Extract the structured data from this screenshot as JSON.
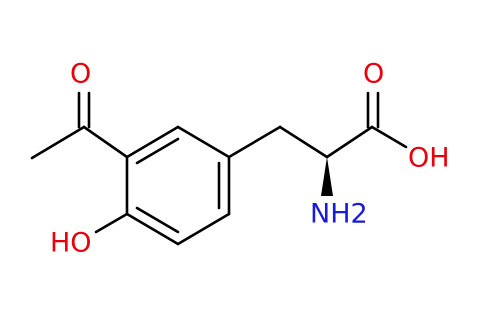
{
  "molecule": {
    "atoms": {
      "ketone_oxygen": {
        "label": "O",
        "color": "#e8000b"
      },
      "acid_carbonyl_oxygen": {
        "label": "O",
        "color": "#e8000b"
      },
      "acid_hydroxyl": {
        "label": "OH",
        "color": "#e8000b"
      },
      "phenol_hydroxyl": {
        "label": "HO",
        "color": "#e8000b"
      },
      "amine": {
        "label": "NH2",
        "color": "#1a1adb"
      }
    },
    "bond_color": "#000000"
  }
}
